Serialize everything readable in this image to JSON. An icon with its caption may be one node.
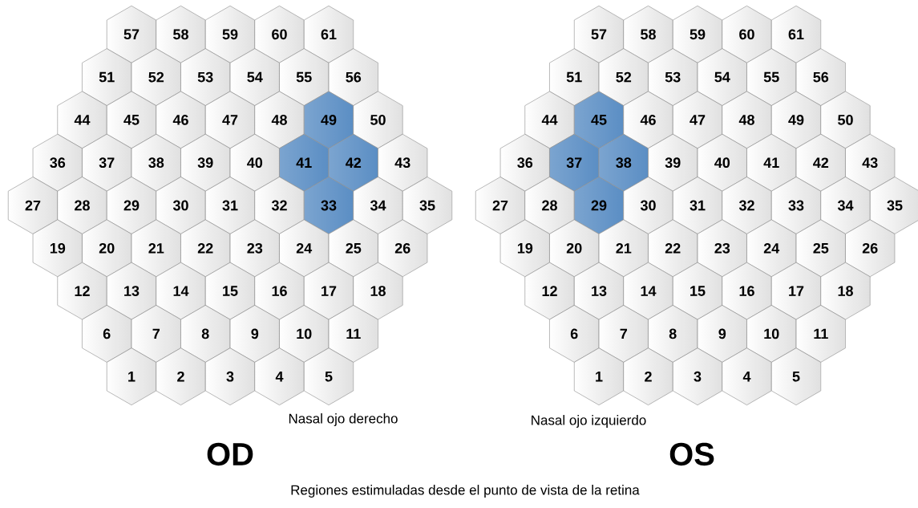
{
  "diagram": {
    "caption": "Regiones estimuladas desde el punto de vista de la retina",
    "nodes": [
      {
        "text": [
          "57"
        ]
      },
      {
        "text": [
          "58"
        ]
      },
      {
        "text": [
          "59"
        ]
      },
      {
        "text": [
          "60"
        ]
      },
      {
        "text": [
          "61"
        ]
      },
      {
        "text": [
          "51"
        ]
      },
      {
        "text": [
          "52"
        ]
      },
      {
        "text": [
          "53"
        ]
      },
      {
        "text": [
          "54"
        ]
      },
      {
        "text": [
          "55"
        ]
      },
      {
        "text": [
          "56"
        ]
      },
      {
        "text": [
          "44"
        ]
      },
      {
        "text": [
          "45"
        ]
      },
      {
        "text": [
          "46"
        ]
      },
      {
        "text": [
          "47"
        ]
      },
      {
        "text": [
          "48"
        ]
      },
      {
        "text": [
          "49"
        ]
      },
      {
        "text": [
          "50"
        ]
      },
      {
        "text": [
          "36"
        ]
      },
      {
        "text": [
          "37"
        ]
      },
      {
        "text": [
          "38"
        ]
      },
      {
        "text": [
          "39"
        ]
      },
      {
        "text": [
          "40"
        ]
      },
      {
        "text": [
          "41"
        ]
      },
      {
        "text": [
          "42"
        ]
      },
      {
        "text": [
          "43"
        ]
      },
      {
        "text": [
          "27"
        ]
      },
      {
        "text": [
          "28"
        ]
      },
      {
        "text": [
          "29"
        ]
      },
      {
        "text": [
          "30"
        ]
      },
      {
        "text": [
          "31"
        ]
      },
      {
        "text": [
          "32"
        ]
      },
      {
        "text": [
          "33"
        ]
      },
      {
        "text": [
          "34"
        ]
      },
      {
        "text": [
          "35"
        ]
      },
      {
        "text": [
          "19"
        ]
      },
      {
        "text": [
          "20"
        ]
      },
      {
        "text": [
          "21"
        ]
      },
      {
        "text": [
          "22"
        ]
      },
      {
        "text": [
          "23"
        ]
      },
      {
        "text": [
          "24"
        ]
      },
      {
        "text": [
          "25"
        ]
      },
      {
        "text": [
          "26"
        ]
      },
      {
        "text": [
          "12"
        ]
      },
      {
        "text": [
          "13"
        ]
      },
      {
        "text": [
          "14"
        ]
      },
      {
        "text": [
          "15"
        ]
      },
      {
        "text": [
          "16"
        ]
      },
      {
        "text": [
          "17"
        ]
      },
      {
        "text": [
          "18"
        ]
      },
      {
        "text": [
          "6"
        ]
      },
      {
        "text": [
          "7"
        ]
      },
      {
        "text": [
          "8"
        ]
      },
      {
        "text": [
          "9"
        ]
      },
      {
        "text": [
          "10"
        ]
      },
      {
        "text": [
          "11"
        ]
      },
      {
        "text": [
          "1"
        ]
      },
      {
        "text": [
          "2"
        ]
      },
      {
        "text": [
          "3"
        ]
      },
      {
        "text": [
          "4"
        ]
      },
      {
        "text": [
          "5"
        ]
      },
      {
        "text": [
          "57"
        ]
      },
      {
        "text": [
          "58"
        ]
      },
      {
        "text": [
          "59"
        ]
      },
      {
        "text": [
          "60"
        ]
      },
      {
        "text": [
          "61"
        ]
      },
      {
        "text": [
          "51"
        ]
      },
      {
        "text": [
          "52"
        ]
      },
      {
        "text": [
          "53"
        ]
      },
      {
        "text": [
          "54"
        ]
      },
      {
        "text": [
          "55"
        ]
      },
      {
        "text": [
          "56"
        ]
      },
      {
        "text": [
          "44"
        ]
      },
      {
        "text": [
          "45"
        ]
      },
      {
        "text": [
          "46"
        ]
      },
      {
        "text": [
          "47"
        ]
      },
      {
        "text": [
          "48"
        ]
      },
      {
        "text": [
          "49"
        ]
      },
      {
        "text": [
          "50"
        ]
      },
      {
        "text": [
          "36"
        ]
      },
      {
        "text": [
          "37"
        ]
      },
      {
        "text": [
          "38"
        ]
      },
      {
        "text": [
          "39"
        ]
      },
      {
        "text": [
          "40"
        ]
      },
      {
        "text": [
          "41"
        ]
      },
      {
        "text": [
          "42"
        ]
      },
      {
        "text": [
          "43"
        ]
      },
      {
        "text": [
          "27"
        ]
      },
      {
        "text": [
          "28"
        ]
      },
      {
        "text": [
          "29"
        ]
      },
      {
        "text": [
          "30"
        ]
      },
      {
        "text": [
          "31"
        ]
      },
      {
        "text": [
          "32"
        ]
      },
      {
        "text": [
          "33"
        ]
      },
      {
        "text": [
          "34"
        ]
      },
      {
        "text": [
          "35"
        ]
      },
      {
        "text": [
          "19"
        ]
      },
      {
        "text": [
          "20"
        ]
      },
      {
        "text": [
          "21"
        ]
      },
      {
        "text": [
          "22"
        ]
      },
      {
        "text": [
          "23"
        ]
      },
      {
        "text": [
          "24"
        ]
      },
      {
        "text": [
          "25"
        ]
      },
      {
        "text": [
          "26"
        ]
      },
      {
        "text": [
          "12"
        ]
      },
      {
        "text": [
          "13"
        ]
      },
      {
        "text": [
          "14"
        ]
      },
      {
        "text": [
          "15"
        ]
      },
      {
        "text": [
          "16"
        ]
      },
      {
        "text": [
          "17"
        ]
      },
      {
        "text": [
          "18"
        ]
      },
      {
        "text": [
          "6"
        ]
      },
      {
        "text": [
          "7"
        ]
      },
      {
        "text": [
          "8"
        ]
      },
      {
        "text": [
          "9"
        ]
      },
      {
        "text": [
          "10"
        ]
      },
      {
        "text": [
          "11"
        ]
      },
      {
        "text": [
          "1"
        ]
      },
      {
        "text": [
          "2"
        ]
      },
      {
        "text": [
          "3"
        ]
      },
      {
        "text": [
          "4"
        ]
      },
      {
        "text": [
          "5"
        ]
      }
    ],
    "labels": [
      "Nasal ojo derecho",
      "Nasal ojo izquierdo",
      "OD",
      "OS"
    ]
  }
}
